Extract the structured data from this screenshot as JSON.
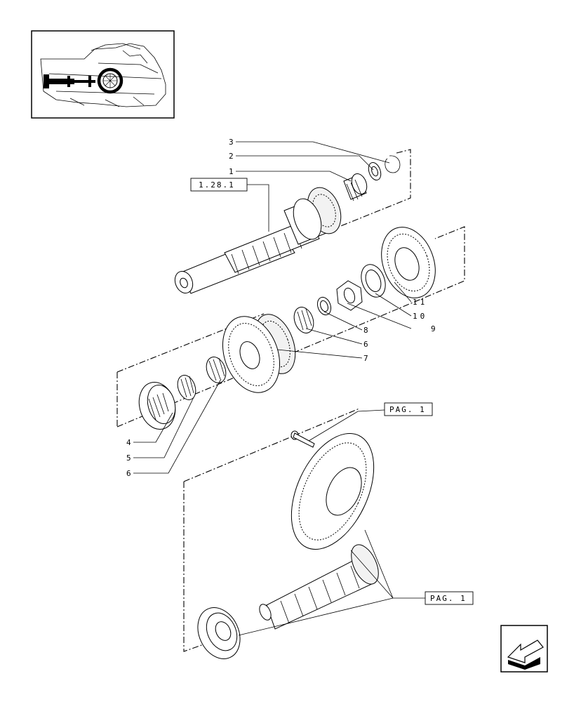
{
  "callouts": [
    {
      "id": "c3",
      "text": "3"
    },
    {
      "id": "c2",
      "text": "2"
    },
    {
      "id": "c1",
      "text": "1"
    },
    {
      "id": "c11",
      "text": "11"
    },
    {
      "id": "c10",
      "text": "10"
    },
    {
      "id": "c9",
      "text": "9"
    },
    {
      "id": "c8",
      "text": "8"
    },
    {
      "id": "c6a",
      "text": "6"
    },
    {
      "id": "c7",
      "text": "7"
    },
    {
      "id": "c4",
      "text": "4"
    },
    {
      "id": "c5",
      "text": "5"
    },
    {
      "id": "c6b",
      "text": "6"
    }
  ],
  "refs": {
    "shaft_ref": "1.28.1",
    "bolt_ref": "PAG. 1",
    "gear_ref": "PAG. 1"
  }
}
